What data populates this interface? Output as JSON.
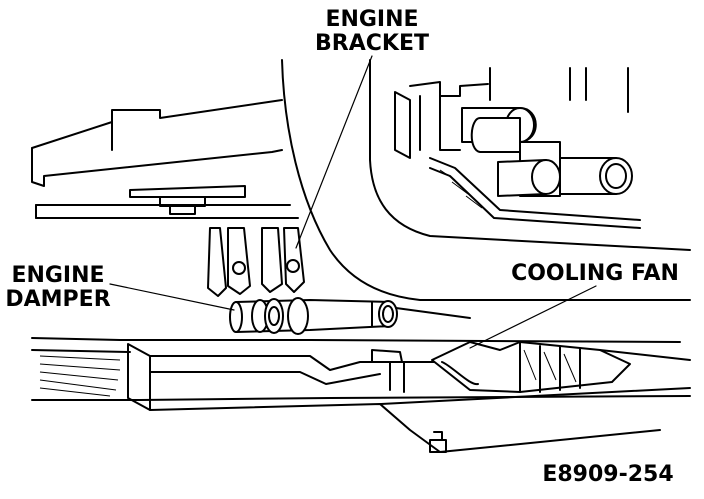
{
  "labels": {
    "engine_bracket_line1": "ENGINE",
    "engine_bracket_line2": "BRACKET",
    "engine_damper_line1": "ENGINE",
    "engine_damper_line2": "DAMPER",
    "cooling_fan": "COOLING FAN",
    "figure_id": "E8909-254"
  }
}
